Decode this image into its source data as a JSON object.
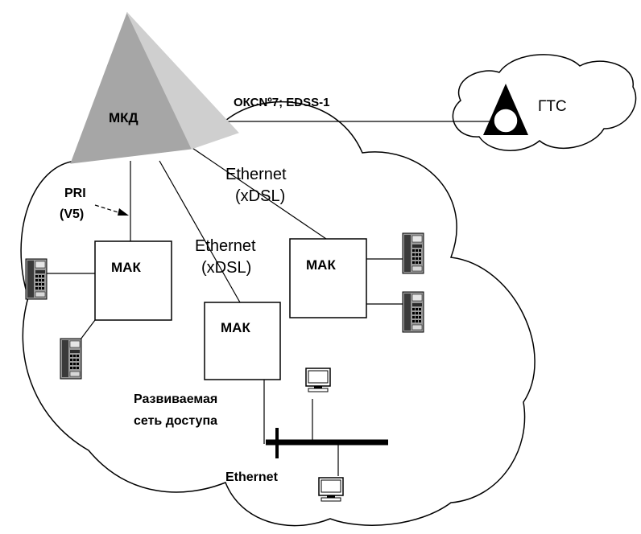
{
  "mkd": {
    "label": "МКД"
  },
  "trunk": {
    "label": "ОКСNº7; EDSS-1"
  },
  "gts": {
    "label": "ГТС"
  },
  "pri": {
    "line1": "PRI",
    "line2": "(V5)"
  },
  "eth_upper": {
    "line1": "Ethernet",
    "line2": "(xDSL)"
  },
  "eth_middle": {
    "line1": "Ethernet",
    "line2": "(xDSL)"
  },
  "mak": {
    "label": "МАК"
  },
  "access": {
    "line1": "Развиваемая",
    "line2": "сеть доступа"
  },
  "bus": {
    "label": "Ethernet"
  },
  "colors": {
    "mkd_left": "#a6a6a6",
    "mkd_right": "#cfcfcf",
    "stroke": "#000000"
  }
}
